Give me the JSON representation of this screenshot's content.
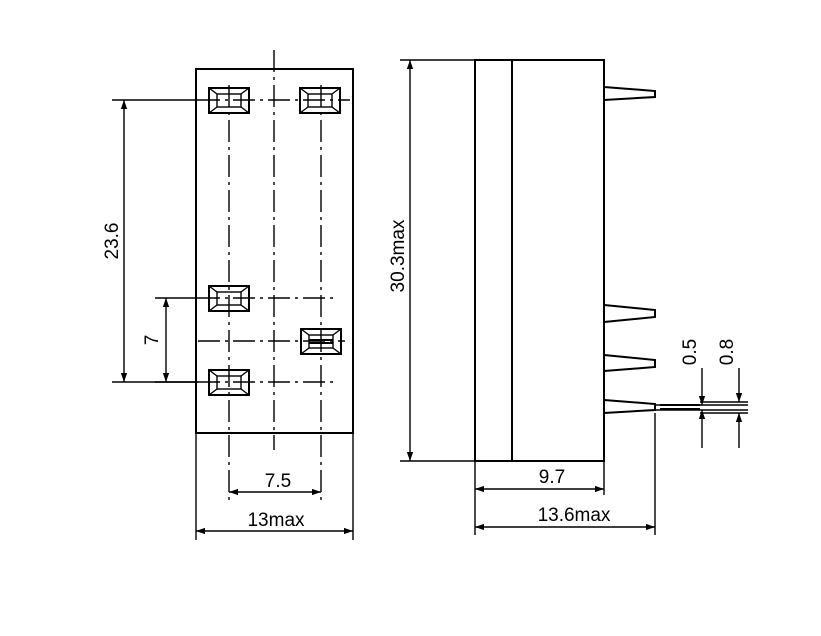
{
  "dimensions": {
    "pin_pitch_vertical": "23.6",
    "pin_pitch_small": "7",
    "pin_pitch_horizontal": "7.5",
    "width_max": "13max",
    "height_max": "30.3max",
    "body_depth": "9.7",
    "depth_max": "13.6max",
    "pin_thickness": "0.5",
    "pin_thickness_outer": "0.8"
  }
}
